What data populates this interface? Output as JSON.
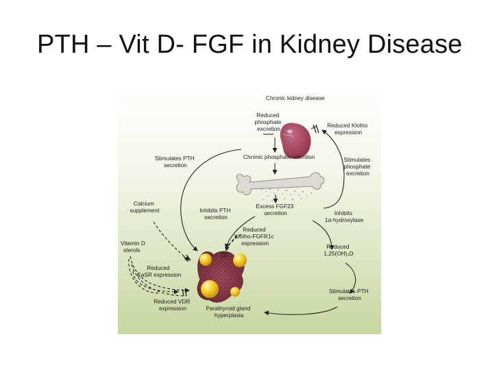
{
  "slide": {
    "title": "PTH – Vit D- FGF in Kidney Disease"
  },
  "colors": {
    "panel_top": "#ffffff",
    "panel_bottom": "#c6d7a0",
    "kidney": "#a13f57",
    "parathyroid": "#8a3848",
    "nodule": "#f4c623",
    "bone": "#d9d7cf",
    "arrow": "#222222"
  },
  "diagram": {
    "labels": {
      "ckd": [
        "Chronic kidney disease"
      ],
      "reduced_phosphate_excretion": [
        "Reduced",
        "phosphate",
        "excretion"
      ],
      "reduced_klotho_expression": [
        "Reduced Klotho",
        "expression"
      ],
      "chronic_phosphate_retention": [
        "Chronic phosphate retention"
      ],
      "stimulates_pth_secretion_top": [
        "Stimulates PTH",
        "secretion"
      ],
      "stimulates_phosphate_excretion": [
        "Stimulates",
        "phosphate",
        "excretion"
      ],
      "calcium_supplement": [
        "Calcium",
        "supplement"
      ],
      "inhibits_pth_secretion": [
        "Inhibits PTH",
        "secretion"
      ],
      "excess_fgf23_secretion": [
        "Excess FGF23",
        "secretion"
      ],
      "inhibits_1a_hydroxylase": [
        "Inhibits",
        "1α-hydroxylase"
      ],
      "reduced_klotho_fgfr1c": [
        "Reduced",
        "Klotho-FGFR1c",
        "expression"
      ],
      "vitamin_d_sterols": [
        "Vitamin D",
        "sterols"
      ],
      "reduced_125_oh2d": [
        "Reduced",
        "1,25(OH)₂D"
      ],
      "reduced_casr_expression": [
        "Reduced",
        "CaSR expression"
      ],
      "stimulates_pth_secretion_right": [
        "Stimulates PTH",
        "secretion"
      ],
      "reduced_vdr_expression": [
        "Reduced VDR",
        "expression"
      ],
      "parathyroid_gland_hyperplasia": [
        "Parathyroid gland",
        "hyperplasia"
      ]
    }
  }
}
